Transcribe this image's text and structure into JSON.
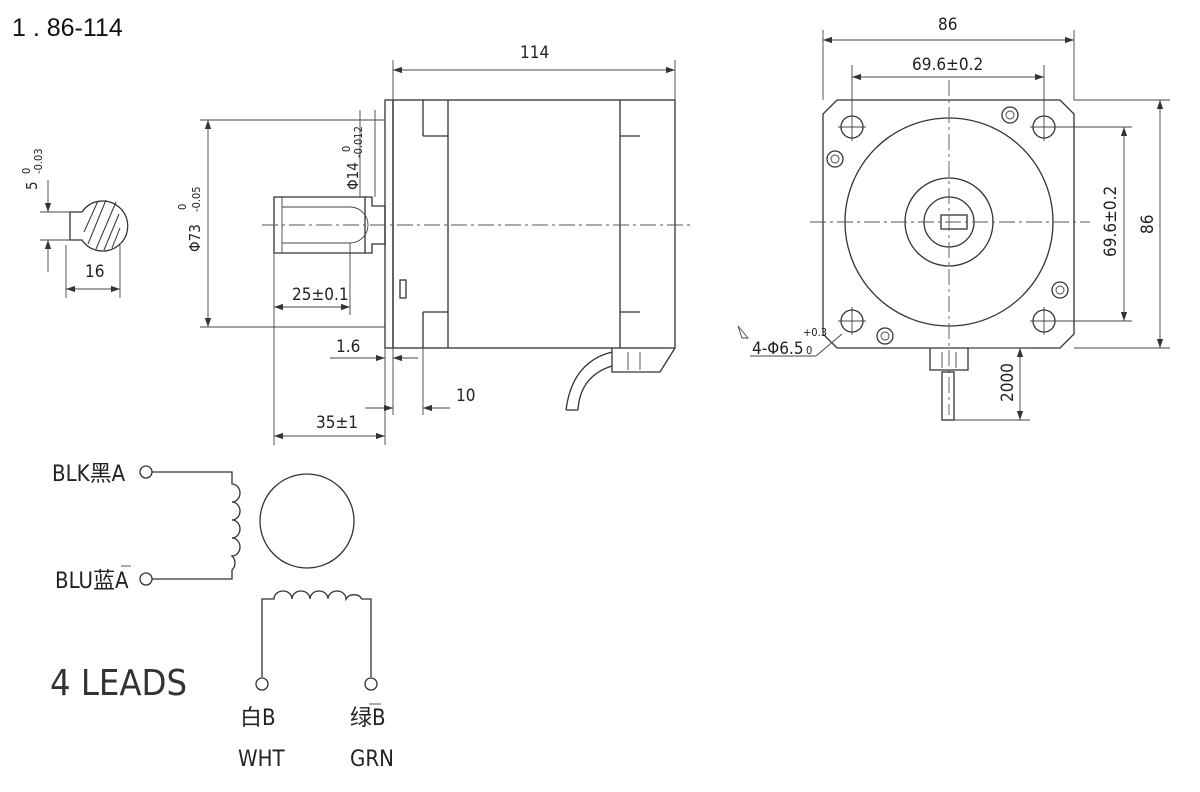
{
  "title": "1 . 86-114",
  "side_view": {
    "length": "114",
    "shaft_dia": "Φ14",
    "shaft_dia_tol_upper": "0",
    "shaft_dia_tol_lower": "-0.012",
    "boss_dia": "Φ73",
    "boss_dia_tol_upper": "0",
    "boss_dia_tol_lower": "-0.05",
    "key_length": "25±0.1",
    "boss_height": "1.6",
    "flange_thickness": "10",
    "shaft_length": "35±1"
  },
  "shaft_section": {
    "key_width": "5",
    "key_tol_upper": "0",
    "key_tol_lower": "-0.03",
    "section_width": "16"
  },
  "front_view": {
    "width_top": "86",
    "hole_spacing_h": "69.6±0.2",
    "hole_spacing_v": "69.6±0.2",
    "height_right": "86",
    "hole_callout": "4-Φ6.5",
    "hole_tol_upper": "+0.3",
    "hole_tol_lower": "0",
    "lead_length": "2000"
  },
  "wiring": {
    "lead_a": "BLK黑A",
    "lead_a_bar": "BLU蓝A",
    "lead_b_cn": "白B",
    "lead_b_en": "WHT",
    "lead_b_bar_cn": "绿B",
    "lead_b_bar_en": "GRN",
    "lead_count": "4 LEADS"
  }
}
